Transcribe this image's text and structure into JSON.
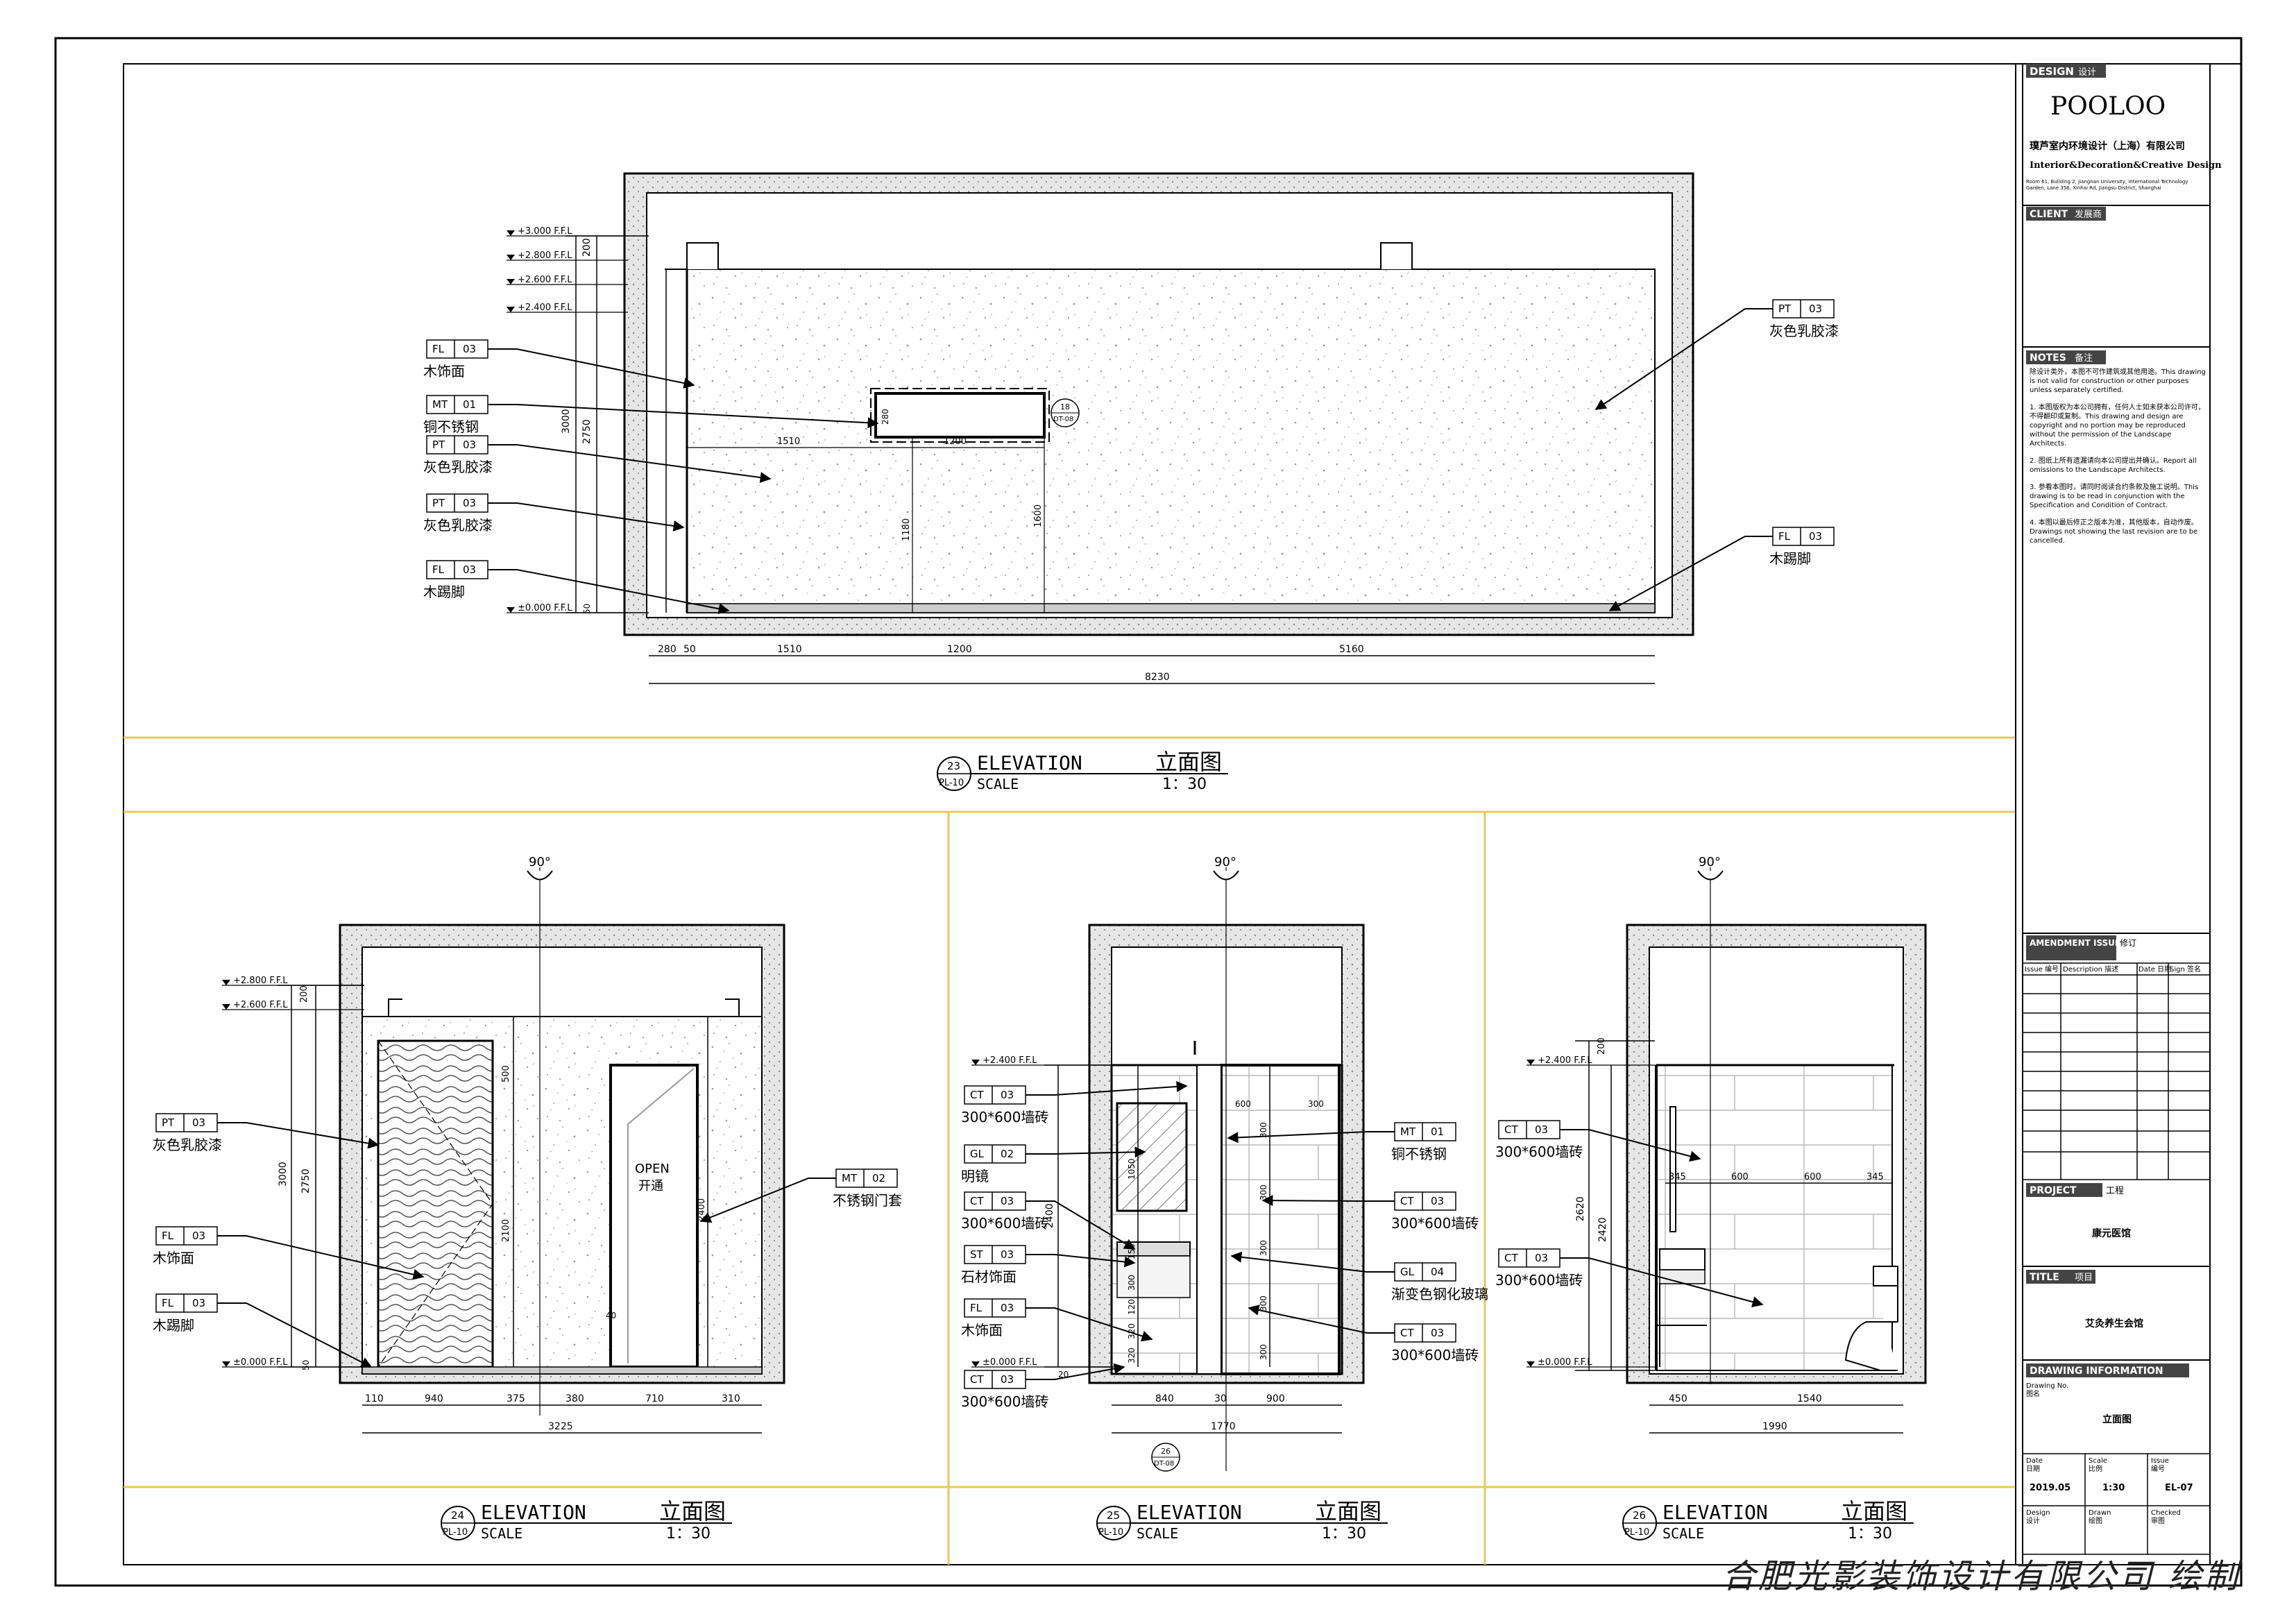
{
  "title_block": {
    "design_header": "DESIGN",
    "design_header_cn": "设计",
    "brand": "POOLOO",
    "company_cn": "璞芦室内环境设计（上海）有限公司",
    "company_en": "Interior&Decoration&Creative Design",
    "address": "Room 61, Building 2, Jiangnan University, International Technology Garden, Lane 356, Xinhai Rd, Jiangsu District, Shanghai",
    "client_header": "CLIENT",
    "client_header_cn": "发展商",
    "notes_header": "NOTES",
    "notes_header_cn": "备注",
    "notes": [
      "除设计类外，本图不可作建筑或其他用途。This drawing is not valid for construction or other purposes unless separately certified.",
      "1. 本图版权为本公司拥有，任何人士如未获本公司许可，不得翻印或复制。This drawing and design are copyright and no portion may be reproduced without the permission of the Landscape Architects.",
      "2. 图纸上所有遗漏请向本公司提出并确认。Report all omissions to the Landscape Architects.",
      "3. 参看本图时，请同时阅读合约条款及施工说明。This drawing is to be read in conjunction with the Specification and Condition of Contract.",
      "4. 本图以最后修正之版本为准，其他版本，自动作废。Drawings not showing the last revision are to be cancelled."
    ],
    "amendment_header": "AMENDMENT ISSUE REGISTER",
    "amendment_header_cn": "修订",
    "amendment_cols": [
      "Issue 编号",
      "Description 描述",
      "Date 日期",
      "Sign 签名"
    ],
    "project_header": "PROJECT",
    "project_header_cn": "工程",
    "project_name": "康元医馆",
    "title_header": "TITLE",
    "title_header_cn": "项目",
    "title_name": "艾灸养生会馆",
    "drawing_info_header": "DRAWING INFORMATION",
    "drawing_no_label": "Drawing No.",
    "drawing_no_label_cn": "图名",
    "drawing_name": "立面图",
    "date_label": "Date",
    "date_label_cn": "日期",
    "date_value": "2019.05",
    "scale_label": "Scale",
    "scale_label_cn": "比例",
    "scale_value": "1:30",
    "issue_label": "Issue",
    "issue_label_cn": "编号",
    "issue_value": "EL-07",
    "design_label": "Design",
    "design_label_cn": "设计",
    "drawn_label": "Drawn",
    "drawn_label_cn": "绘图",
    "checked_label": "Checked",
    "checked_label_cn": "审图"
  },
  "footer_credit": "合肥光影装饰设计有限公司 绘制",
  "views": {
    "v23": {
      "num": "23",
      "sheet": "PL-10",
      "title": "ELEVATION",
      "title_cn": "立面图",
      "scale_label": "SCALE",
      "scale": "1：30"
    },
    "v24": {
      "num": "24",
      "sheet": "PL-10",
      "title": "ELEVATION",
      "title_cn": "立面图",
      "scale_label": "SCALE",
      "scale": "1：30"
    },
    "v25": {
      "num": "25",
      "sheet": "PL-10",
      "title": "ELEVATION",
      "title_cn": "立面图",
      "scale_label": "SCALE",
      "scale": "1：30"
    },
    "v26": {
      "num": "26",
      "sheet": "PL-10",
      "title": "ELEVATION",
      "title_cn": "立面图",
      "scale_label": "SCALE",
      "scale": "1：30"
    }
  },
  "elev23": {
    "levels": [
      "+3.000 F.F.L",
      "+2.800 F.F.L",
      "+2.600 F.F.L",
      "+2.400 F.F.L",
      "±0.000 F.F.L"
    ],
    "vdims": [
      "200",
      "3000",
      "2750",
      "50"
    ],
    "hdims": [
      "280",
      "50",
      "1510",
      "1200",
      "5160"
    ],
    "overall": "8230",
    "inner_dims": [
      "1510",
      "1200",
      "280",
      "1180",
      "1600"
    ],
    "tag_id": "18",
    "tag_sheet": "DT-08",
    "callouts_left": [
      {
        "code": "FL",
        "num": "03",
        "text": "木饰面"
      },
      {
        "code": "MT",
        "num": "01",
        "text": "铜不锈钢"
      },
      {
        "code": "PT",
        "num": "03",
        "text": "灰色乳胶漆"
      },
      {
        "code": "PT",
        "num": "03",
        "text": "灰色乳胶漆"
      },
      {
        "code": "FL",
        "num": "03",
        "text": "木踢脚"
      }
    ],
    "callouts_right": [
      {
        "code": "PT",
        "num": "03",
        "text": "灰色乳胶漆"
      },
      {
        "code": "FL",
        "num": "03",
        "text": "木踢脚"
      }
    ]
  },
  "elev24": {
    "angle": "90°",
    "levels": [
      "+2.800 F.F.L",
      "+2.600 F.F.L",
      "±0.000 F.F.L"
    ],
    "vdims": [
      "200",
      "3000",
      "2750",
      "50"
    ],
    "inner_vdims": [
      "500",
      "2100",
      "2400",
      "40"
    ],
    "hdims": [
      "110",
      "940",
      "375",
      "380",
      "710",
      "310"
    ],
    "overall": "3225",
    "door_label": "OPEN",
    "door_label_cn": "开通",
    "callouts_left": [
      {
        "code": "PT",
        "num": "03",
        "text": "灰色乳胶漆"
      },
      {
        "code": "FL",
        "num": "03",
        "text": "木饰面"
      },
      {
        "code": "FL",
        "num": "03",
        "text": "木踢脚"
      }
    ],
    "callouts_right": [
      {
        "code": "MT",
        "num": "02",
        "text": "不锈钢门套"
      }
    ]
  },
  "elev25": {
    "angle": "90°",
    "levels": [
      "+2.400 F.F.L",
      "±0.000 F.F.L"
    ],
    "vdims": [
      "2400",
      "20"
    ],
    "inner_vdims": [
      "1050",
      "150",
      "300",
      "120",
      "320",
      "320"
    ],
    "right_vdims": [
      "300",
      "300",
      "300",
      "300",
      "300"
    ],
    "top_dims": [
      "600",
      "300"
    ],
    "hdims": [
      "840",
      "30",
      "900"
    ],
    "overall": "1770",
    "tag_id": "26",
    "tag_sheet": "DT-08",
    "callouts_left": [
      {
        "code": "CT",
        "num": "03",
        "text": "300*600墙砖"
      },
      {
        "code": "GL",
        "num": "02",
        "text": "明镜"
      },
      {
        "code": "CT",
        "num": "03",
        "text": "300*600墙砖"
      },
      {
        "code": "ST",
        "num": "03",
        "text": "石材饰面"
      },
      {
        "code": "FL",
        "num": "03",
        "text": "木饰面"
      },
      {
        "code": "CT",
        "num": "03",
        "text": "300*600墙砖"
      }
    ],
    "callouts_right": [
      {
        "code": "MT",
        "num": "01",
        "text": "铜不锈钢"
      },
      {
        "code": "CT",
        "num": "03",
        "text": "300*600墙砖"
      },
      {
        "code": "GL",
        "num": "04",
        "text": "渐变色钢化玻璃"
      },
      {
        "code": "CT",
        "num": "03",
        "text": "300*600墙砖"
      }
    ]
  },
  "elev26": {
    "angle": "90°",
    "levels": [
      "+2.400 F.F.L",
      "±0.000 F.F.L"
    ],
    "vdims": [
      "200",
      "2620",
      "2420"
    ],
    "tile_dims": [
      "345",
      "600",
      "600",
      "345"
    ],
    "hdims": [
      "450",
      "1540"
    ],
    "overall": "1990",
    "callouts_left": [
      {
        "code": "CT",
        "num": "03",
        "text": "300*600墙砖"
      },
      {
        "code": "CT",
        "num": "03",
        "text": "300*600墙砖"
      }
    ]
  }
}
